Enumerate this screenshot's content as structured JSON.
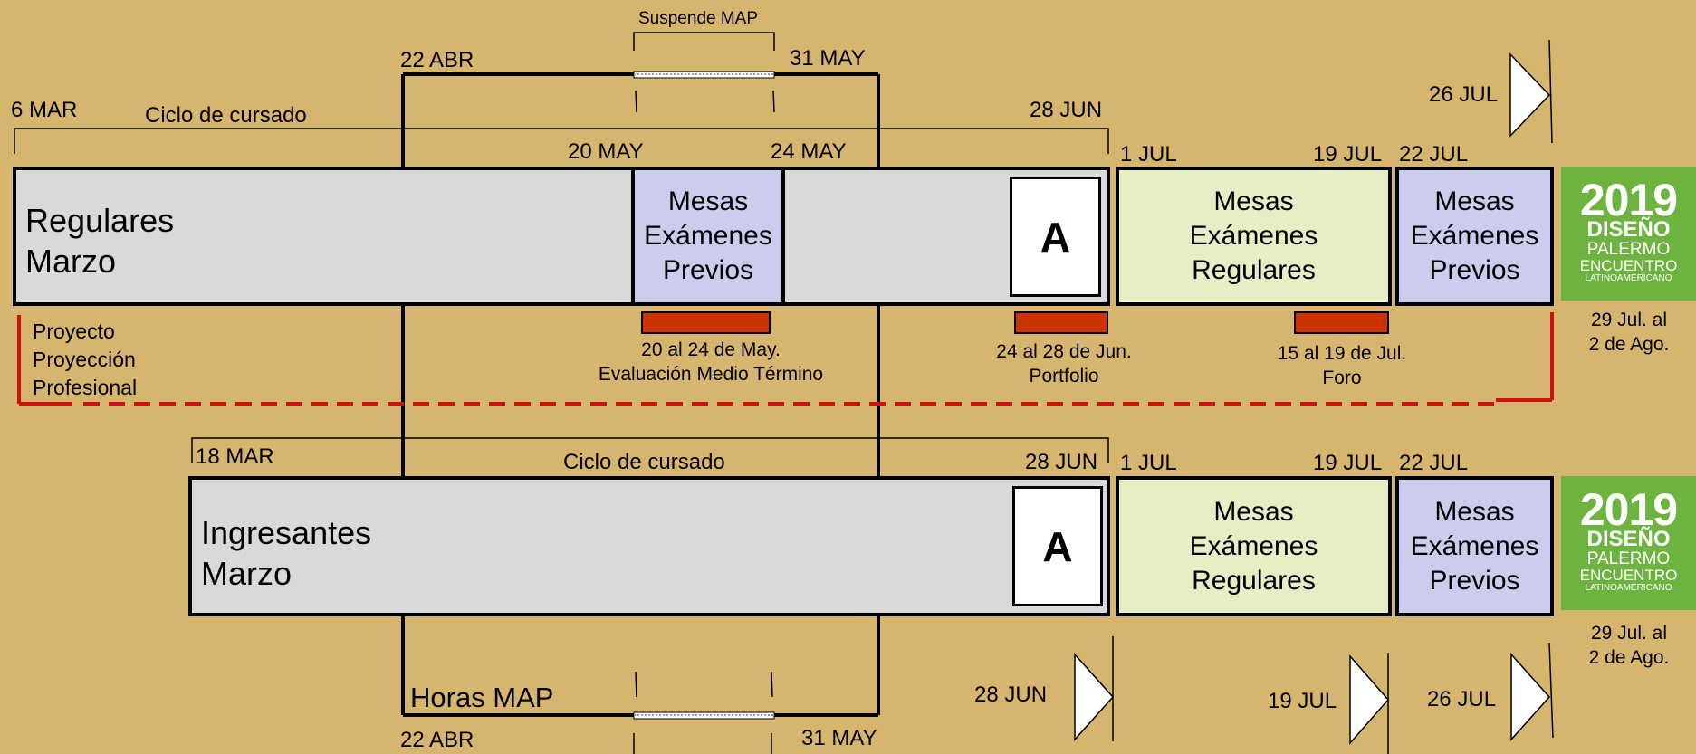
{
  "top_row": {
    "suspende_map": "Suspende MAP",
    "date_22abr": "22 ABR",
    "date_31may": "31 MAY",
    "date_6mar": "6 MAR",
    "ciclo": "Ciclo de cursado",
    "date_28jun": "28 JUN",
    "date_26jul": "26 JUL",
    "date_20may": "20 MAY",
    "date_24may": "24 MAY",
    "date_1jul": "1 JUL",
    "date_19jul": "19 JUL",
    "date_22jul": "22 JUL",
    "main_label": "Regulares\nMarzo",
    "mesas_previos_1": "Mesas\nExámenes\nPrevios",
    "a_label": "A",
    "mesas_regulares": "Mesas\nExámenes\nRegulares",
    "mesas_previos_2": "Mesas\nExámenes\nPrevios",
    "logo": {
      "year": "2019",
      "l1": "DISEÑO",
      "l2": "PALERMO",
      "l3": "ENCUENTRO",
      "l4": "LATINOAMERICANO"
    },
    "logo_dates": "29 Jul. al\n2 de Ago."
  },
  "proyecto": {
    "label": "Proyecto\nProyección\nProfesional",
    "eval_mt": "20 al 24 de May.\nEvaluación Medio Término",
    "portfolio": "24 al 28 de Jun.\nPortfolio",
    "foro": "15 al 19 de Jul.\nForo"
  },
  "bottom_row": {
    "date_18mar": "18 MAR",
    "ciclo": "Ciclo de cursado",
    "date_28jun": "28 JUN",
    "date_1jul": "1 JUL",
    "date_19jul": "19 JUL",
    "date_22jul": "22 JUL",
    "main_label": "Ingresantes\nMarzo",
    "a_label": "A",
    "mesas_regulares": "Mesas\nExámenes\nRegulares",
    "mesas_previos": "Mesas\nExámenes\nPrevios",
    "logo": {
      "year": "2019",
      "l1": "DISEÑO",
      "l2": "PALERMO",
      "l3": "ENCUENTRO",
      "l4": "LATINOAMERICANO"
    },
    "logo_dates": "29 Jul. al\n2 de Ago.",
    "horas_map": "Horas MAP",
    "date_22abr": "22 ABR",
    "date_31may": "31 MAY",
    "flag_28jun": "28 JUN",
    "flag_19jul": "19 JUL",
    "flag_26jul": "26 JUL"
  },
  "colors": {
    "background": "#D6B66F",
    "course_box": "#D9D9D9",
    "previos_box": "#CCCCEE",
    "regulares_box": "#E9EDC6",
    "deliverable_bar": "#CC3300",
    "dashed_line": "#CC1111",
    "logo_green": "#6DB33F"
  }
}
